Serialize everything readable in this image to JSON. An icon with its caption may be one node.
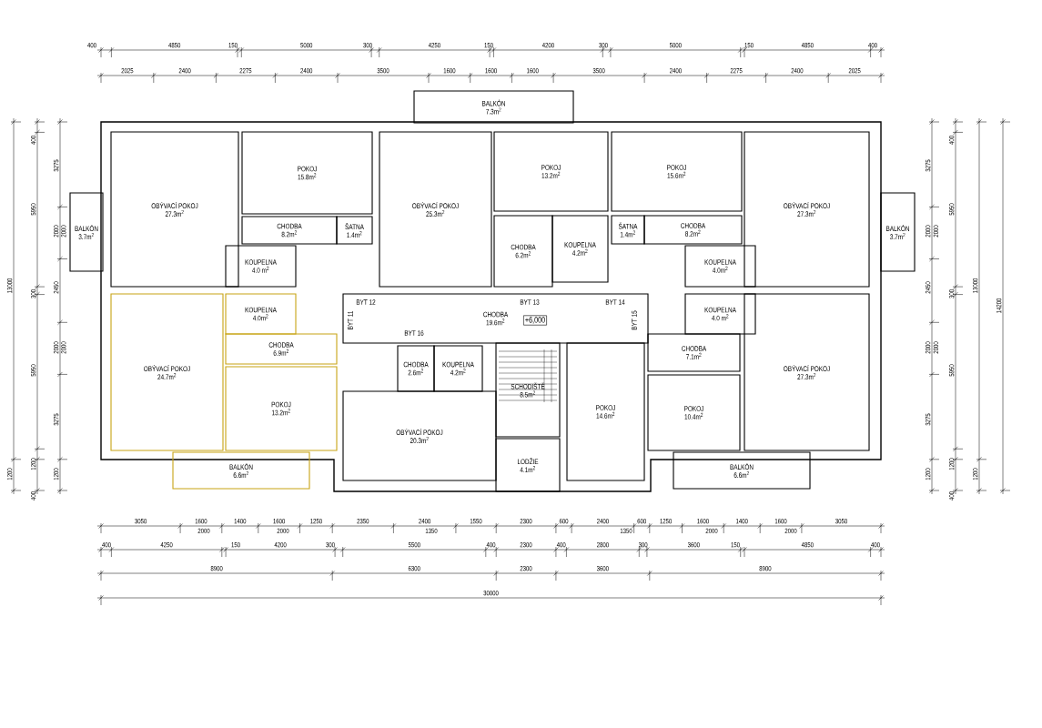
{
  "diagram": {
    "nodes": [
      {
        "text": [
          "BALKÓN",
          "3.7m$^{2}$"
        ]
      },
      {
        "text": [
          "OBÝVACÍ POKOJ",
          "27.3m$^{2}$"
        ]
      },
      {
        "text": [
          "POKOJ",
          "15.8m$^{2}$"
        ]
      },
      {
        "text": [
          "CHODBA",
          "8.2m$^{2}$"
        ]
      },
      {
        "text": [
          "ŠATNA",
          "1.4m$^{2}$"
        ]
      },
      {
        "text": [
          "KOUPELNA",
          "4.0 m$^{2}$"
        ]
      },
      {
        "text": [
          "KOUPELNA",
          "4.0m$^{2}$"
        ]
      },
      {
        "text": [
          "CHODBA",
          "6.9m$^{2}$"
        ]
      },
      {
        "text": [
          "OBÝVACÍ POKOJ",
          "24.7m$^{2}$"
        ]
      },
      {
        "text": [
          "POKOJ",
          "13.2m$^{2}$"
        ]
      },
      {
        "text": [
          "BALKÓN",
          "6.6m$^{2}$"
        ]
      },
      {
        "text": [
          "BALKÓN",
          "7.3m$^{2}$"
        ]
      },
      {
        "text": [
          "OBÝVACÍ POKOJ",
          "25.3m$^{2}$"
        ]
      },
      {
        "text": [
          "POKOJ",
          "13.2m$^{2}$"
        ]
      },
      {
        "text": [
          "CHODBA",
          "6.2m$^{2}$"
        ]
      },
      {
        "text": [
          "KOUPELNA",
          "4.2m$^{2}$"
        ]
      },
      {
        "text": [
          "POKOJ",
          "15.6m$^{2}$"
        ]
      },
      {
        "text": [
          "ŠATNA",
          "1.4m$^{2}$"
        ]
      },
      {
        "text": [
          "CHODBA",
          "8.2m$^{2}$"
        ]
      },
      {
        "text": [
          "KOUPELNA",
          "4.0m$^{2}$"
        ]
      },
      {
        "text": [
          "OBÝVACÍ POKOJ",
          "27.3m$^{2}$"
        ]
      },
      {
        "text": [
          "BALKÓN",
          "3.7m$^{2}$"
        ]
      },
      {
        "text": [
          "CHODBA",
          "19.6m$^{2}$"
        ]
      },
      {
        "text": [
          "CHODBA",
          "2.6m$^{2}$"
        ]
      },
      {
        "text": [
          "KOUPELNA",
          "4.2m$^{2}$"
        ]
      },
      {
        "text": [
          "OBÝVACÍ POKOJ",
          "20.3m$^{2}$"
        ]
      },
      {
        "text": [
          "SCHODIŠTĚ",
          "8.5m$^{2}$"
        ]
      },
      {
        "text": [
          "LODŽIE",
          "4.1m$^{2}$"
        ]
      },
      {
        "text": [
          "POKOJ",
          "14.6m$^{2}$"
        ]
      },
      {
        "text": [
          "KOUPELNA",
          "4.0 m$^{2}$"
        ]
      },
      {
        "text": [
          "CHODBA",
          "7.1m$^{2}$"
        ]
      },
      {
        "text": [
          "POKOJ",
          "10.4m$^{2}$"
        ]
      },
      {
        "text": [
          "OBÝVACÍ POKOJ",
          "27.3m$^{2}$"
        ]
      },
      {
        "text": [
          "BALKÓN",
          "6.6m$^{2}$"
        ]
      }
    ],
    "labels": [
      "400",
      "4850",
      "150",
      "5000",
      "300",
      "4250",
      "150",
      "4200",
      "300",
      "5000",
      "150",
      "4850",
      "400",
      "2025",
      "2400",
      "2275",
      "2400",
      "3500",
      "1600",
      "1600",
      "1600",
      "3500",
      "2400",
      "2275",
      "2400",
      "2025",
      "13000",
      "1200",
      "400",
      "5950",
      "300",
      "5950",
      "1200",
      "400",
      "3275",
      "2000",
      "2450",
      "2000",
      "3275",
      "1200",
      "2000",
      "2000",
      "BYT 12",
      "BYT 13",
      "BYT 14",
      "BYT 11",
      "+6,000",
      "BYT 15",
      "BYT 16",
      "3275",
      "2000",
      "2450",
      "2000",
      "3275",
      "1200",
      "2000",
      "2000",
      "400",
      "5950",
      "300",
      "5950",
      "1200",
      "400",
      "13000",
      "1200",
      "14200",
      "3050",
      "1600",
      "1400",
      "1600",
      "1250",
      "2350",
      "2400",
      "1550",
      "2300",
      "600",
      "2400",
      "600",
      "1250",
      "1600",
      "1400",
      "1600",
      "3050",
      "2000",
      "2000",
      "1350",
      "1350",
      "2000",
      "2000",
      "400",
      "4250",
      "150",
      "4200",
      "300",
      "5500",
      "400",
      "2300",
      "400",
      "2800",
      "300",
      "3600",
      "150",
      "4850",
      "400",
      "8900",
      "6300",
      "2300",
      "3600",
      "8900",
      "30000"
    ]
  }
}
